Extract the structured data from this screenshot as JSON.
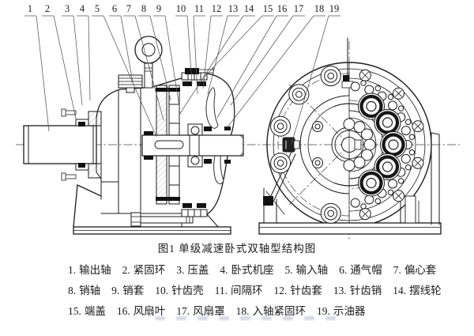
{
  "figure": {
    "caption": "图1 单级减速卧式双轴型结构图"
  },
  "callouts": [
    "1",
    "2",
    "3",
    "4",
    "5",
    "6",
    "7",
    "8",
    "9",
    "10",
    "11",
    "12",
    "13",
    "14",
    "15",
    "16",
    "17",
    "18",
    "19"
  ],
  "parts_lines": [
    [
      {
        "no": "1.",
        "name": "输出轴"
      },
      {
        "no": "2.",
        "name": "紧固环"
      },
      {
        "no": "3.",
        "name": "压盖"
      },
      {
        "no": "4.",
        "name": "卧式机座"
      },
      {
        "no": "5.",
        "name": "输入轴"
      },
      {
        "no": "6.",
        "name": "通气帽"
      },
      {
        "no": "7.",
        "name": "偏心套"
      }
    ],
    [
      {
        "no": "8.",
        "name": "销轴"
      },
      {
        "no": "9.",
        "name": "销套"
      },
      {
        "no": "10.",
        "name": "针齿壳"
      },
      {
        "no": "11.",
        "name": "间隔环"
      },
      {
        "no": "12.",
        "name": "针齿套"
      },
      {
        "no": "13.",
        "name": "针齿销"
      },
      {
        "no": "14.",
        "name": "摆线轮"
      }
    ],
    [
      {
        "no": "15.",
        "name": "端盖"
      },
      {
        "no": "16.",
        "name": "风扇叶"
      },
      {
        "no": "17.",
        "name": "风扇罩"
      },
      {
        "no": "18.",
        "name": "入轴紧固环"
      },
      {
        "no": "19.",
        "name": "示油器"
      }
    ]
  ]
}
